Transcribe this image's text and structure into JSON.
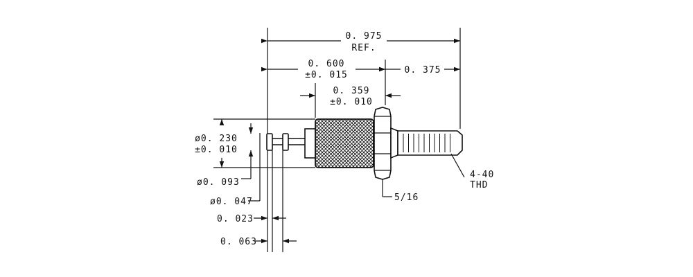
{
  "dimensions": {
    "overall_length": "0. 975",
    "overall_ref": "REF.",
    "length_600": "0. 600",
    "tol_600": "±0. 015",
    "length_375": "0. 375",
    "length_359": "0. 359",
    "tol_359": "±0. 010",
    "dia_230": "ø0. 230",
    "tol_230": "±0. 010",
    "dia_093": "ø0. 093",
    "dia_047": "ø0. 047",
    "gap_023": "0. 023",
    "gap_063": "0. 063",
    "hex_size": "5/16",
    "thread_size": "4-40",
    "thread_label": "THD"
  }
}
